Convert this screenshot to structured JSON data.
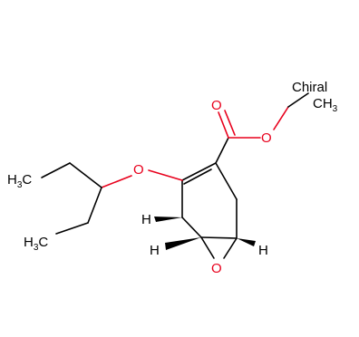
{
  "chirality_label": "Chiral",
  "atoms": {
    "carbonyl_oxygen": "O",
    "ester_oxygen": "O",
    "ether_oxygen": "O",
    "epoxide_oxygen": "O",
    "methyl_top": "CH3",
    "methyl_left_1": "H3C",
    "methyl_left_2": "H3C",
    "stereo_h_1": "H",
    "stereo_h_2": "H",
    "stereo_h_3": "H"
  },
  "colors": {
    "oxygen": "#e8001c",
    "carbon": "#000000",
    "background": "#ffffff"
  }
}
